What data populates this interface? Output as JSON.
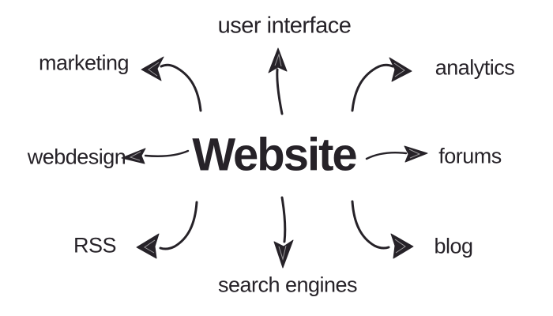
{
  "diagram": {
    "type": "mindmap",
    "style": "hand-drawn sketch, black ink on white",
    "center": {
      "label": "Website"
    },
    "nodes": [
      {
        "id": "user-interface",
        "label": "user interface",
        "position": "top",
        "arrow_direction": "up"
      },
      {
        "id": "marketing",
        "label": "marketing",
        "position": "top-left",
        "arrow_direction": "up-left"
      },
      {
        "id": "analytics",
        "label": "analytics",
        "position": "top-right",
        "arrow_direction": "up-right"
      },
      {
        "id": "webdesign",
        "label": "webdesign",
        "position": "left",
        "arrow_direction": "left"
      },
      {
        "id": "forums",
        "label": "forums",
        "position": "right",
        "arrow_direction": "right"
      },
      {
        "id": "rss",
        "label": "RSS",
        "position": "bottom-left",
        "arrow_direction": "down-left"
      },
      {
        "id": "blog",
        "label": "blog",
        "position": "bottom-right",
        "arrow_direction": "down-right"
      },
      {
        "id": "search-engines",
        "label": "search engines",
        "position": "bottom",
        "arrow_direction": "down"
      }
    ],
    "colors": {
      "ink": "#262228",
      "background": "#ffffff"
    }
  }
}
